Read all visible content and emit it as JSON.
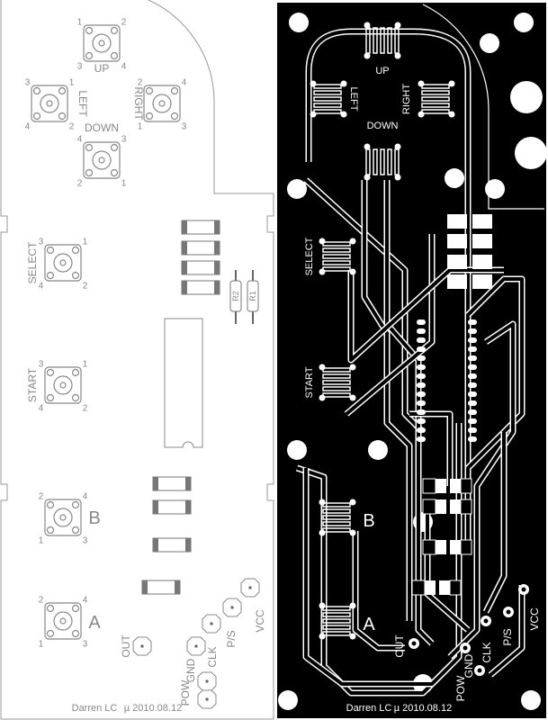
{
  "author": "Darren LC",
  "date_stamp": "µ 2010.08.12",
  "buttons": [
    {
      "label": "UP",
      "pins": [
        "1",
        "2",
        "3",
        "4"
      ]
    },
    {
      "label": "LEFT",
      "pins": [
        "3",
        "1",
        "4",
        "2"
      ]
    },
    {
      "label": "RIGHT",
      "pins": [
        "2",
        "4",
        "1",
        "3"
      ]
    },
    {
      "label": "DOWN",
      "pins": [
        "4",
        "3",
        "2",
        "1"
      ]
    },
    {
      "label": "SELECT",
      "pins": [
        "3",
        "1",
        "4",
        "2"
      ]
    },
    {
      "label": "START",
      "pins": [
        "3",
        "1",
        "4",
        "2"
      ]
    },
    {
      "label": "B",
      "pins": [
        "2",
        "4",
        "1",
        "3"
      ]
    },
    {
      "label": "A",
      "pins": [
        "2",
        "4",
        "1",
        "3"
      ]
    }
  ],
  "resistors": [
    "R2",
    "R1"
  ],
  "connectors": [
    "OUT",
    "GND",
    "CLK",
    "P/S",
    "VCC",
    "POW"
  ],
  "colors": {
    "silkscreen": "#888888",
    "copper_bg": "#000000",
    "trace": "#ffffff"
  }
}
